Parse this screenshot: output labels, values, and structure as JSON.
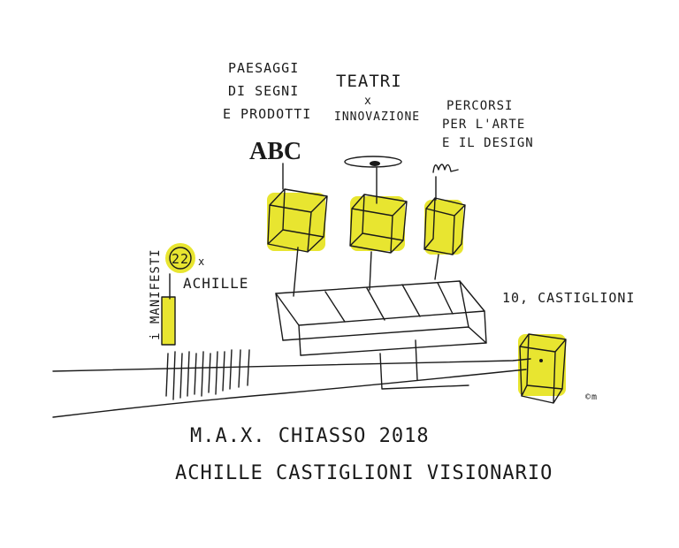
{
  "labels": {
    "paesaggi": [
      "PAESAGGI",
      "DI SEGNI",
      "E PRODOTTI"
    ],
    "abc": "ABC",
    "teatri": "TEATRI",
    "teatri_x": "x",
    "innovazione": "INNOVAZIONE",
    "percorsi": [
      "PERCORSI",
      "PER L'ARTE",
      "E IL DESIGN"
    ],
    "circle_number": "22",
    "achille_x": "x",
    "achille": "ACHILLE",
    "manifesti": "i MANIFESTI",
    "castiglioni": "10, CASTIGLIONI",
    "signature": "©m"
  },
  "caption": {
    "line1": "M.A.X. CHIASSO 2018",
    "line2": "ACHILLE CASTIGLIONI VISIONARIO"
  },
  "colors": {
    "highlight": "#e6e21a",
    "ink": "#1a1a1a"
  }
}
